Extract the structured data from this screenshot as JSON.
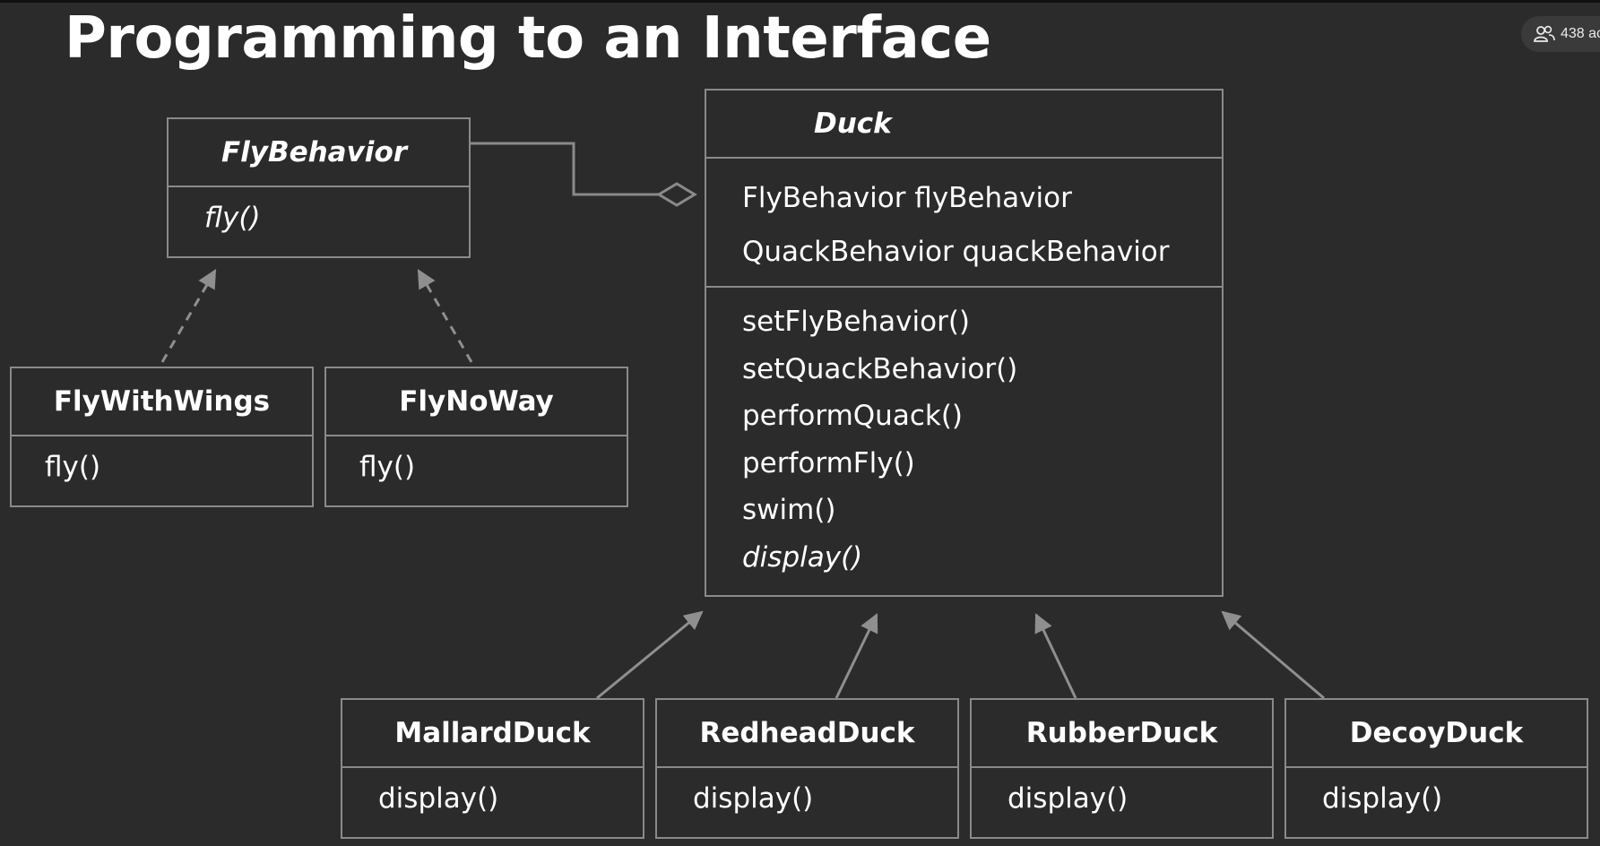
{
  "slide": {
    "title": "Programming to an Interface"
  },
  "viewer_badge": {
    "count_text": "438 ac",
    "icon": "people-icon"
  },
  "fly_behavior": {
    "name": "FlyBehavior",
    "methods": [
      "fly()"
    ]
  },
  "fly_with_wings": {
    "name": "FlyWithWings",
    "methods": [
      "fly()"
    ]
  },
  "fly_no_way": {
    "name": "FlyNoWay",
    "methods": [
      "fly()"
    ]
  },
  "duck": {
    "name": "Duck",
    "fields": [
      "FlyBehavior flyBehavior",
      "QuackBehavior quackBehavior"
    ],
    "methods": [
      "setFlyBehavior()",
      "setQuackBehavior()",
      "performQuack()",
      "performFly()",
      "swim()",
      "display()"
    ]
  },
  "subclasses": [
    {
      "name": "MallardDuck",
      "method": "display()"
    },
    {
      "name": "RedheadDuck",
      "method": "display()"
    },
    {
      "name": "RubberDuck",
      "method": "display()"
    },
    {
      "name": "DecoyDuck",
      "method": "display()"
    }
  ],
  "colors": {
    "background": "#2b2b2b",
    "box_border": "#8a8a8a",
    "text": "#ffffff",
    "arrow": "#8f8f8f"
  }
}
